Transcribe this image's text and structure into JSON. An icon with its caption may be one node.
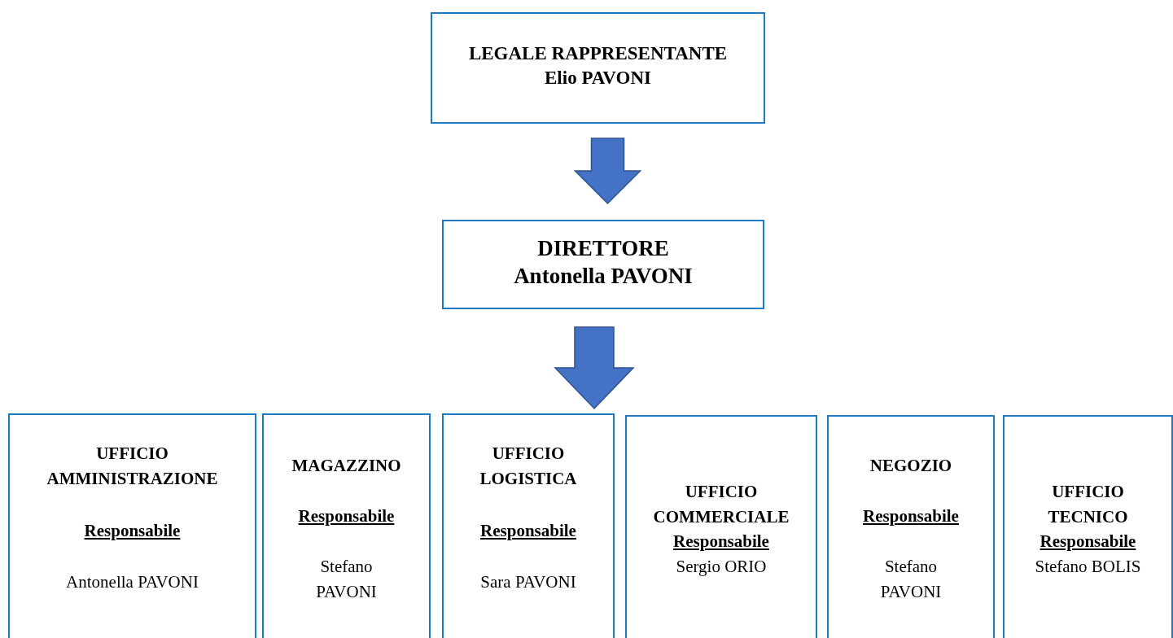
{
  "diagram": {
    "nodes": [
      {
        "text": [
          "LEGALE RAPPRESENTANTE",
          "Elio PAVONI"
        ]
      },
      {
        "text": [
          "DIRETTORE",
          "Antonella PAVONI"
        ]
      },
      {
        "text": [
          "UFFICIO AMMINISTRAZIONE",
          "Responsabile",
          "Antonella PAVONI"
        ]
      },
      {
        "text": [
          "MAGAZZINO",
          "Responsabile",
          "Stefano PAVONI"
        ]
      },
      {
        "text": [
          "UFFICIO LOGISTICA",
          "Responsabile",
          "Sara PAVONI"
        ]
      },
      {
        "text": [
          "UFFICIO COMMERCIALE",
          "Responsabile",
          "Sergio ORIO"
        ]
      },
      {
        "text": [
          "NEGOZIO",
          "Responsabile",
          "Stefano PAVONI"
        ]
      },
      {
        "text": [
          "UFFICIO TECNICO",
          "Responsabile",
          "Stefano BOLIS"
        ]
      }
    ],
    "edges": [
      {
        "from": 0,
        "to": 1,
        "arrow": "to"
      },
      {
        "from": 1,
        "to": 4,
        "arrow": "to"
      }
    ]
  }
}
